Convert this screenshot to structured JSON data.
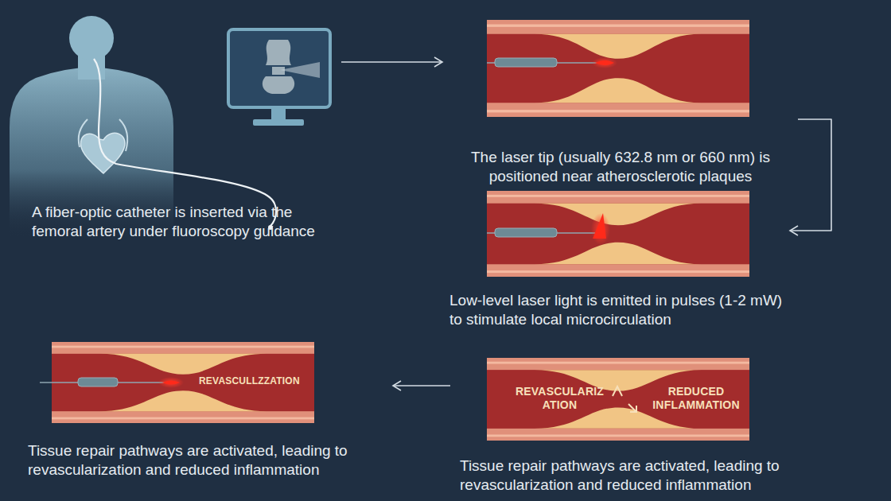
{
  "diagram": {
    "nodes": [
      {
        "text": [
          "A fiber-optic catheter is inserted via the femoral artery under fluoroscopy guidance"
        ]
      },
      {
        "text": [
          "The laser tip (usually 632.8 nm or 660 nm) is positioned near atherosclerotic plaques"
        ]
      },
      {
        "text": [
          "Low-level laser light is emitted in pulses (1-2 mW) to stimulate local microcirculation"
        ]
      },
      {
        "text": [
          "REVASCULARIZ ATION",
          "REDUCED INFLAMMATION",
          "Tissue repair pathways are activated, leading to revascularization and reduced inflammation"
        ]
      },
      {
        "text": [
          "REVASCULLZZATION",
          "Tissue repair pathways are activated, leading to revascularization and reduced inflammation"
        ]
      }
    ],
    "edges": [
      {
        "from": 0,
        "to": 1,
        "arrow": "to"
      },
      {
        "from": 1,
        "to": 2,
        "arrow": "to"
      },
      {
        "from": 3,
        "to": 4,
        "arrow": "to"
      }
    ]
  }
}
